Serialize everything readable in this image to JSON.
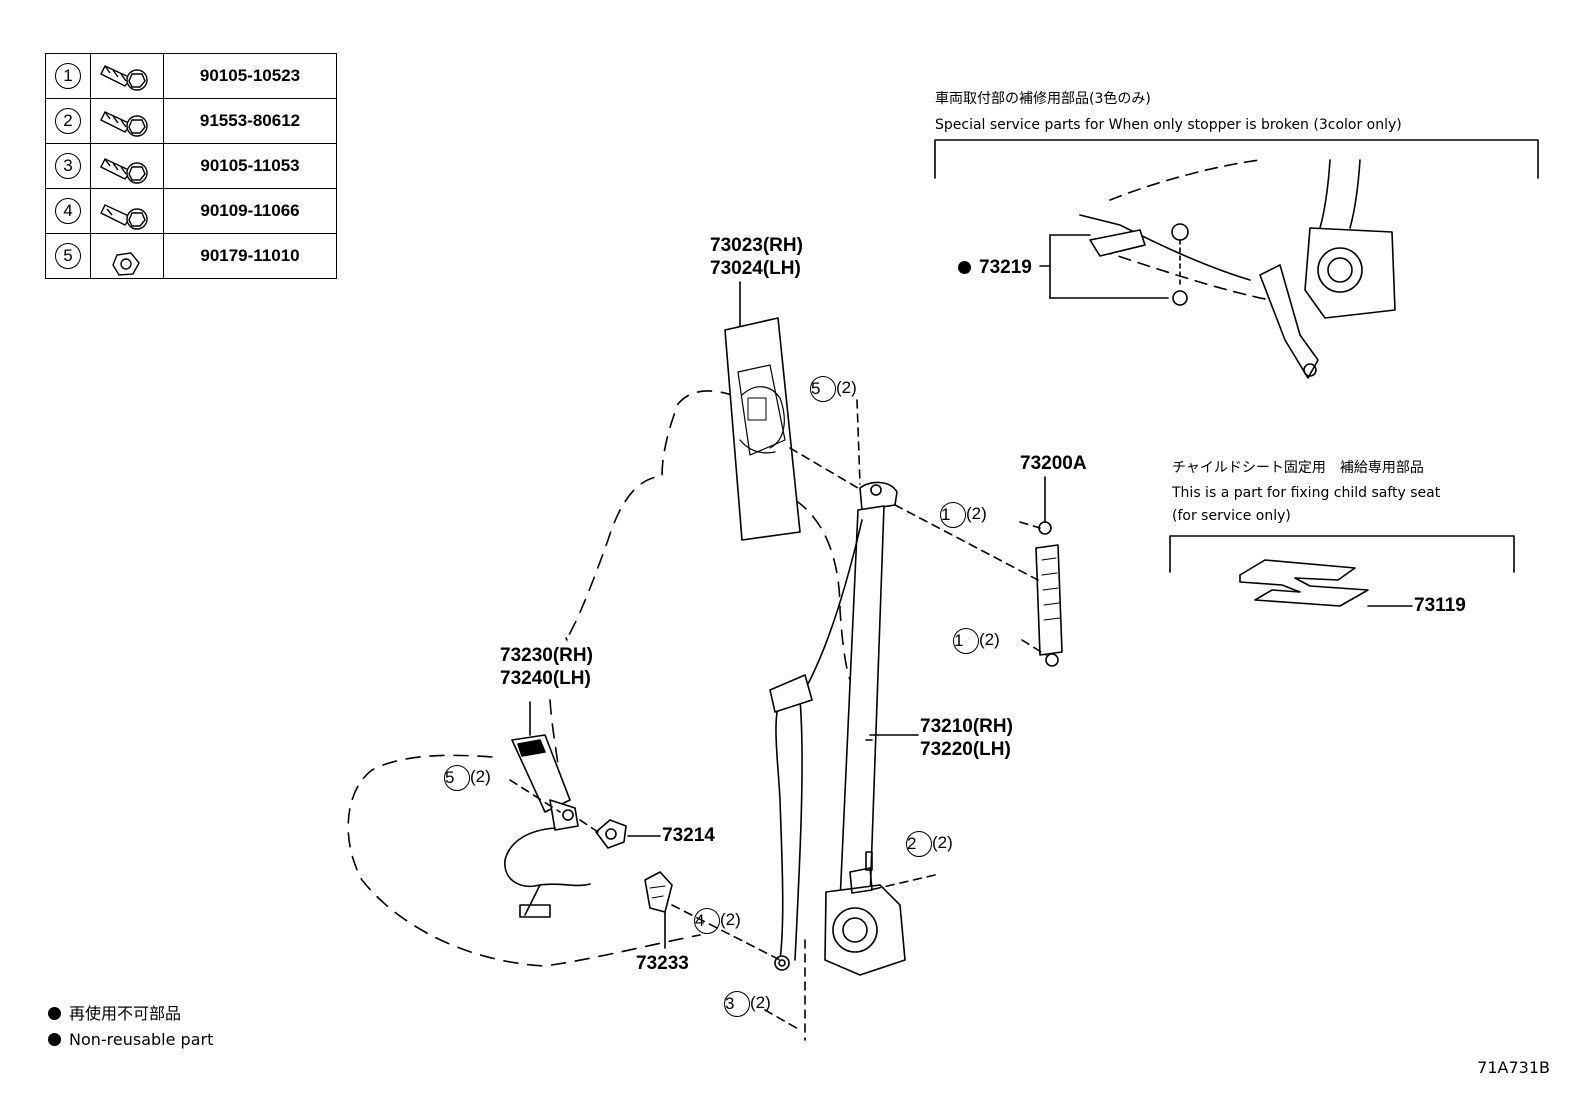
{
  "fastener_table": [
    {
      "num": "1",
      "icon": "bolt-flange-icon",
      "part": "90105-10523"
    },
    {
      "num": "2",
      "icon": "bolt-flange-icon",
      "part": "91553-80612"
    },
    {
      "num": "3",
      "icon": "bolt-flange-icon",
      "part": "90105-11053"
    },
    {
      "num": "4",
      "icon": "shoulder-bolt-icon",
      "part": "90109-11066"
    },
    {
      "num": "5",
      "icon": "nut-icon",
      "part": "90179-11010"
    }
  ],
  "parts": {
    "anchor_upper_rh": "73023(RH)",
    "anchor_upper_lh": "73024(LH)",
    "buckle_rh": "73230(RH)",
    "buckle_lh": "73240(LH)",
    "belt_rh": "73210(RH)",
    "belt_lh": "73220(LH)",
    "adjuster": "73200A",
    "bushing": "73214",
    "cover": "73233",
    "stopper": "73219",
    "child_seat_part": "73119"
  },
  "callouts": {
    "c5_top": {
      "num": "5",
      "qty": "(2)"
    },
    "c1_top": {
      "num": "1",
      "qty": "(2)"
    },
    "c1_bottom": {
      "num": "1",
      "qty": "(2)"
    },
    "c5_buckle": {
      "num": "5",
      "qty": "(2)"
    },
    "c2": {
      "num": "2",
      "qty": "(2)"
    },
    "c4": {
      "num": "4",
      "qty": "(2)"
    },
    "c3": {
      "num": "3",
      "qty": "(2)"
    }
  },
  "notes": {
    "stopper_jp": "車両取付部の補修用部品(3色のみ)",
    "stopper_en": "Special service parts for When only stopper is broken (3color only)",
    "child_jp": "チャイルドシート固定用　補給専用部品",
    "child_en1": "This is a part for fixing child safty seat",
    "child_en2": "(for service only)"
  },
  "legend": {
    "jp": "再使用不可部品",
    "en": "Non-reusable part"
  },
  "diagram_code": "71A731B"
}
